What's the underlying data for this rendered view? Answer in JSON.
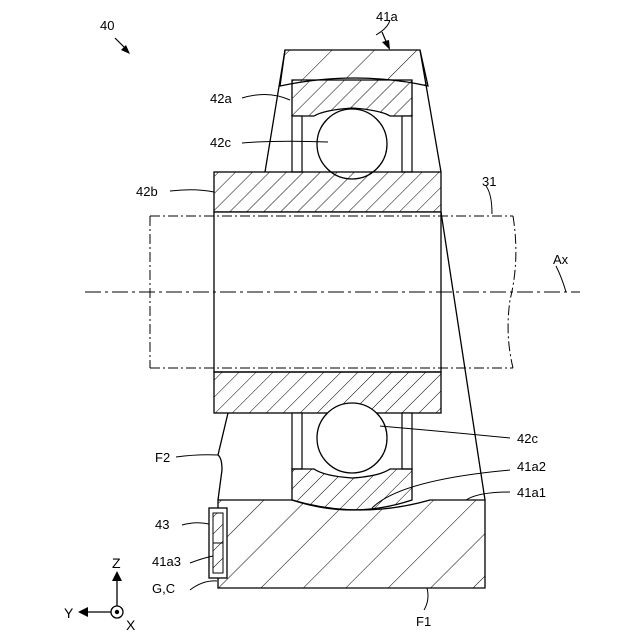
{
  "figure": {
    "labels": {
      "assembly": "40",
      "housing": "41a",
      "outer_ring": "42a",
      "ball_upper": "42c",
      "inner_ring": "42b",
      "shaft": "31",
      "axis": "Ax",
      "ball_lower": "42c",
      "housing_groove": "41a2",
      "housing_corner": "41a1",
      "face_f2": "F2",
      "sensor": "43",
      "sensor_mount": "41a3",
      "gap": "G,C",
      "face_f1": "F1"
    },
    "coordinate_axes": {
      "z": "Z",
      "y": "Y",
      "x": "X"
    }
  }
}
